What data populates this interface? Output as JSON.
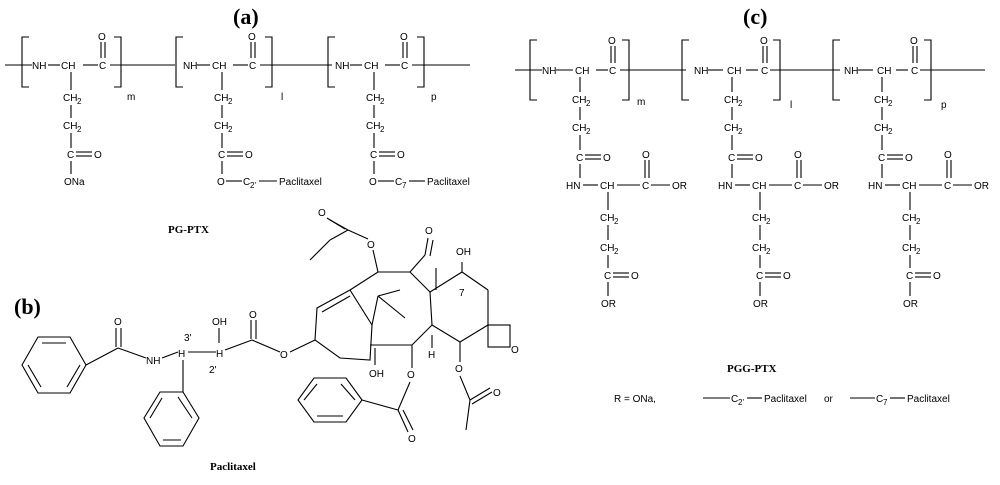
{
  "panels": {
    "a": "(a)",
    "b": "(b)",
    "c": "(c)"
  },
  "captions": {
    "pg_ptx": "PG-PTX",
    "paclitaxel": "Paclitaxel",
    "pgg_ptx": "PGG-PTX"
  },
  "atoms": {
    "nh": "NH",
    "hn": "HN",
    "ch": "CH",
    "ch2": "CH",
    "c": "C",
    "o": "O",
    "ona": "ONa",
    "or": "OR",
    "oh": "OH",
    "h": "H",
    "n": "N",
    "paclitaxel": "Paclitaxel"
  },
  "subscripts": {
    "m": "m",
    "l": "l",
    "p": "p",
    "c2prime": "C",
    "c2prime_sub": "2'",
    "c7": "C",
    "c7_sub": "7",
    "two": "2"
  },
  "locants": {
    "three_prime": "3'",
    "two_prime": "2'",
    "seven": "7"
  },
  "legend": {
    "r_eq": "R = ONa,",
    "or_word": "or",
    "paclitaxel": "Paclitaxel"
  }
}
